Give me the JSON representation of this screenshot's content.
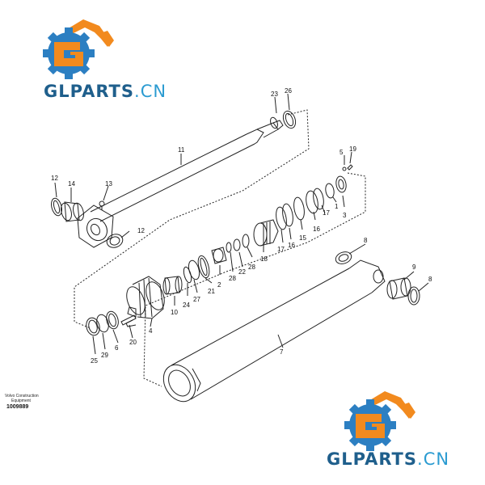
{
  "brand": {
    "name": "GLPARTS.CN",
    "color_dark": "#1f5f8c",
    "color_light": "#2b9bd1",
    "orange": "#f28a1e",
    "blue": "#2c7fc2"
  },
  "credit": {
    "line1": "Volvo Construction",
    "line2": "Equipment",
    "doc_number": "1009889"
  },
  "part_numbers": [
    "1",
    "2",
    "3",
    "4",
    "5",
    "6",
    "7",
    "8",
    "8",
    "9",
    "10",
    "11",
    "12",
    "12",
    "13",
    "14",
    "15",
    "16",
    "16",
    "17",
    "17",
    "18",
    "19",
    "20",
    "21",
    "22",
    "23",
    "24",
    "25",
    "26",
    "27",
    "28",
    "28",
    "29"
  ]
}
